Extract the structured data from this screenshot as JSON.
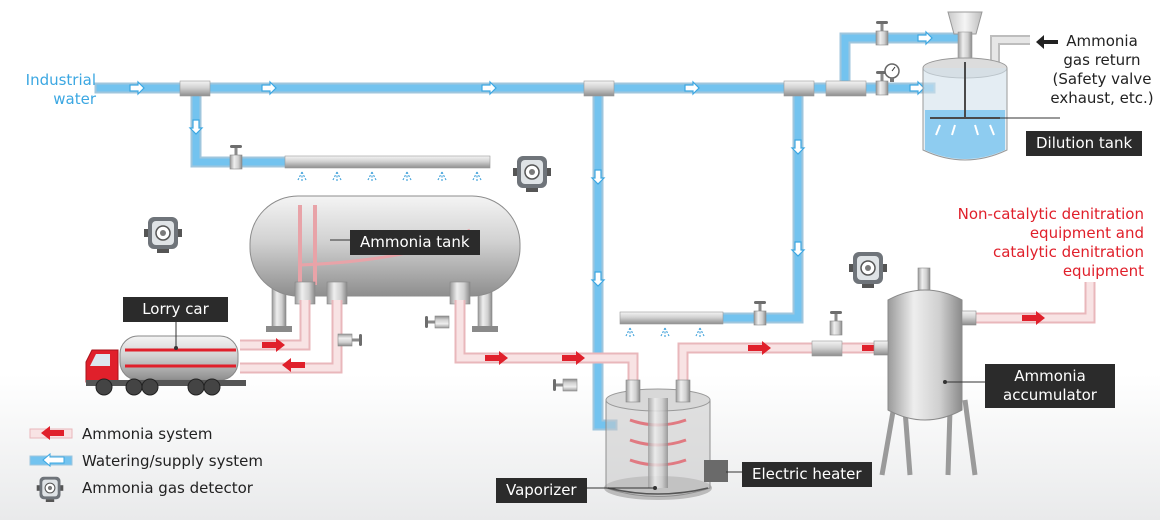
{
  "labels": {
    "industrial_water_line1": "Industrial",
    "industrial_water_line2": "water",
    "ammonia_gas_return_line1": "Ammonia",
    "ammonia_gas_return_line2": "gas return",
    "ammonia_gas_return_line3": "(Safety valve",
    "ammonia_gas_return_line4": "exhaust, etc.)",
    "dilution_tank": "Dilution tank",
    "ammonia_tank": "Ammonia tank",
    "lorry_car": "Lorry car",
    "denitration_line1": "Non-catalytic denitration",
    "denitration_line2": "equipment and",
    "denitration_line3": "catalytic denitration",
    "denitration_line4": "equipment",
    "ammonia_accumulator_line1": "Ammonia",
    "ammonia_accumulator_line2": "accumulator",
    "electric_heater": "Electric heater",
    "vaporizer": "Vaporizer"
  },
  "legend": {
    "ammonia_system": "Ammonia system",
    "watering_supply_system": "Watering/supply system",
    "ammonia_gas_detector": "Ammonia gas detector"
  },
  "colors": {
    "water": "#3ba7e2",
    "ammonia": "#e0202b",
    "label_box": "#2b2b2b"
  }
}
